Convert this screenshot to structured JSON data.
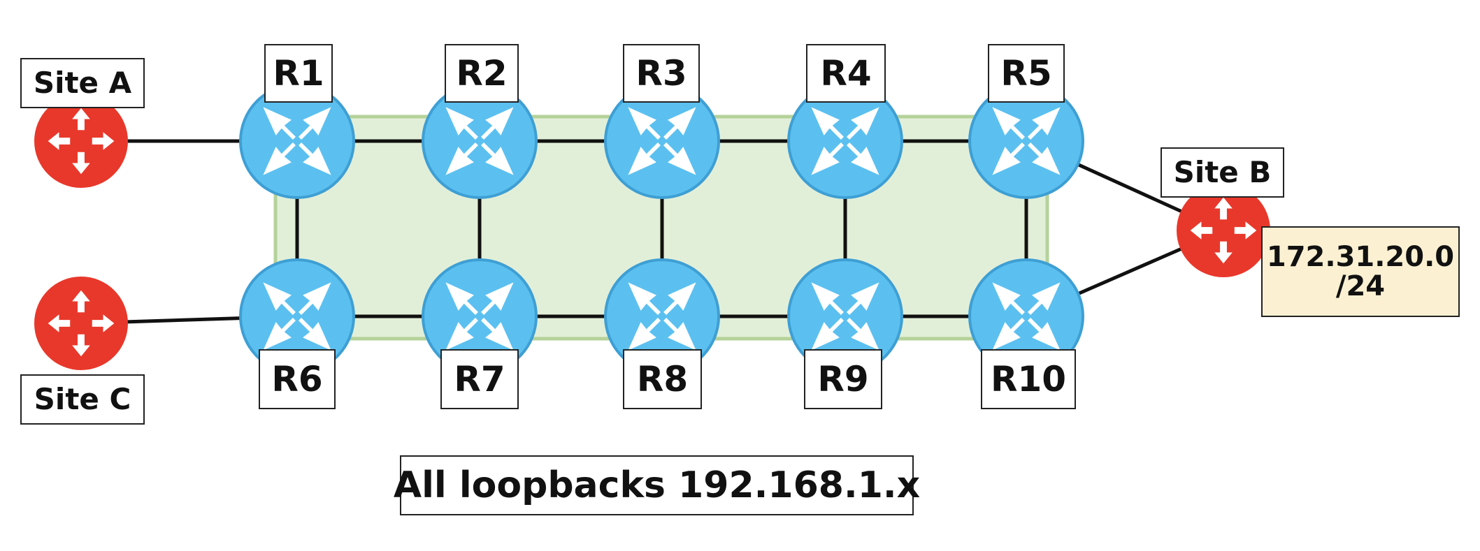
{
  "colors": {
    "core_router": "#5bc0f0",
    "core_router_edge": "#3e9fd4",
    "site_router": "#e8382b",
    "area_fill": "#e2efd8",
    "area_border": "#b5d29a",
    "prefix_fill": "#fbf1d2",
    "link": "#111111"
  },
  "routers": [
    {
      "id": "R1",
      "label": "R1",
      "icon": "core-router-icon"
    },
    {
      "id": "R2",
      "label": "R2",
      "icon": "core-router-icon"
    },
    {
      "id": "R3",
      "label": "R3",
      "icon": "core-router-icon"
    },
    {
      "id": "R4",
      "label": "R4",
      "icon": "core-router-icon"
    },
    {
      "id": "R5",
      "label": "R5",
      "icon": "core-router-icon"
    },
    {
      "id": "R6",
      "label": "R6",
      "icon": "core-router-icon"
    },
    {
      "id": "R7",
      "label": "R7",
      "icon": "core-router-icon"
    },
    {
      "id": "R8",
      "label": "R8",
      "icon": "core-router-icon"
    },
    {
      "id": "R9",
      "label": "R9",
      "icon": "core-router-icon"
    },
    {
      "id": "R10",
      "label": "R10",
      "icon": "core-router-icon"
    }
  ],
  "sites": [
    {
      "id": "A",
      "label": "Site A",
      "icon": "site-router-icon"
    },
    {
      "id": "B",
      "label": "Site B",
      "icon": "site-router-icon"
    },
    {
      "id": "C",
      "label": "Site C",
      "icon": "site-router-icon"
    }
  ],
  "links": [
    [
      "A",
      "R1"
    ],
    [
      "C",
      "R6"
    ],
    [
      "R1",
      "R2"
    ],
    [
      "R2",
      "R3"
    ],
    [
      "R3",
      "R4"
    ],
    [
      "R4",
      "R5"
    ],
    [
      "R6",
      "R7"
    ],
    [
      "R7",
      "R8"
    ],
    [
      "R8",
      "R9"
    ],
    [
      "R9",
      "R10"
    ],
    [
      "R1",
      "R6"
    ],
    [
      "R2",
      "R7"
    ],
    [
      "R3",
      "R8"
    ],
    [
      "R4",
      "R9"
    ],
    [
      "R5",
      "R10"
    ],
    [
      "R5",
      "B"
    ],
    [
      "R10",
      "B"
    ]
  ],
  "site_b_prefix": {
    "line1": "172.31.20.0",
    "line2": "/24"
  },
  "footer_note": "All loopbacks 192.168.1.x"
}
